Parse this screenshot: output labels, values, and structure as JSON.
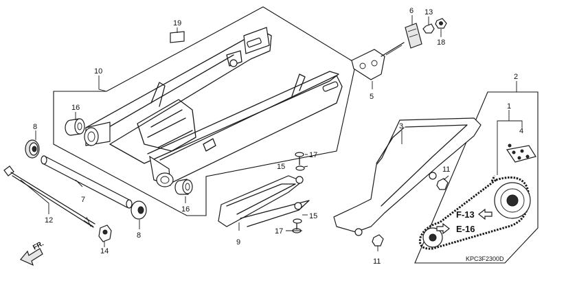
{
  "callouts": {
    "c1": "1",
    "c2": "2",
    "c3": "3",
    "c4": "4",
    "c5": "5",
    "c6": "6",
    "c7": "7",
    "c8a": "8",
    "c8b": "8",
    "c9": "9",
    "c10": "10",
    "c11a": "11",
    "c11b": "11",
    "c12": "12",
    "c13": "13",
    "c14": "14",
    "c15a": "15",
    "c15b": "15",
    "c16a": "16",
    "c16b": "16",
    "c17a": "17",
    "c17b": "17",
    "c18": "18",
    "c19": "19"
  },
  "references": {
    "r1": "F-13",
    "r2": "E-16"
  },
  "direction": {
    "label": "FR."
  },
  "diagram_code": "KPC3F2300D"
}
